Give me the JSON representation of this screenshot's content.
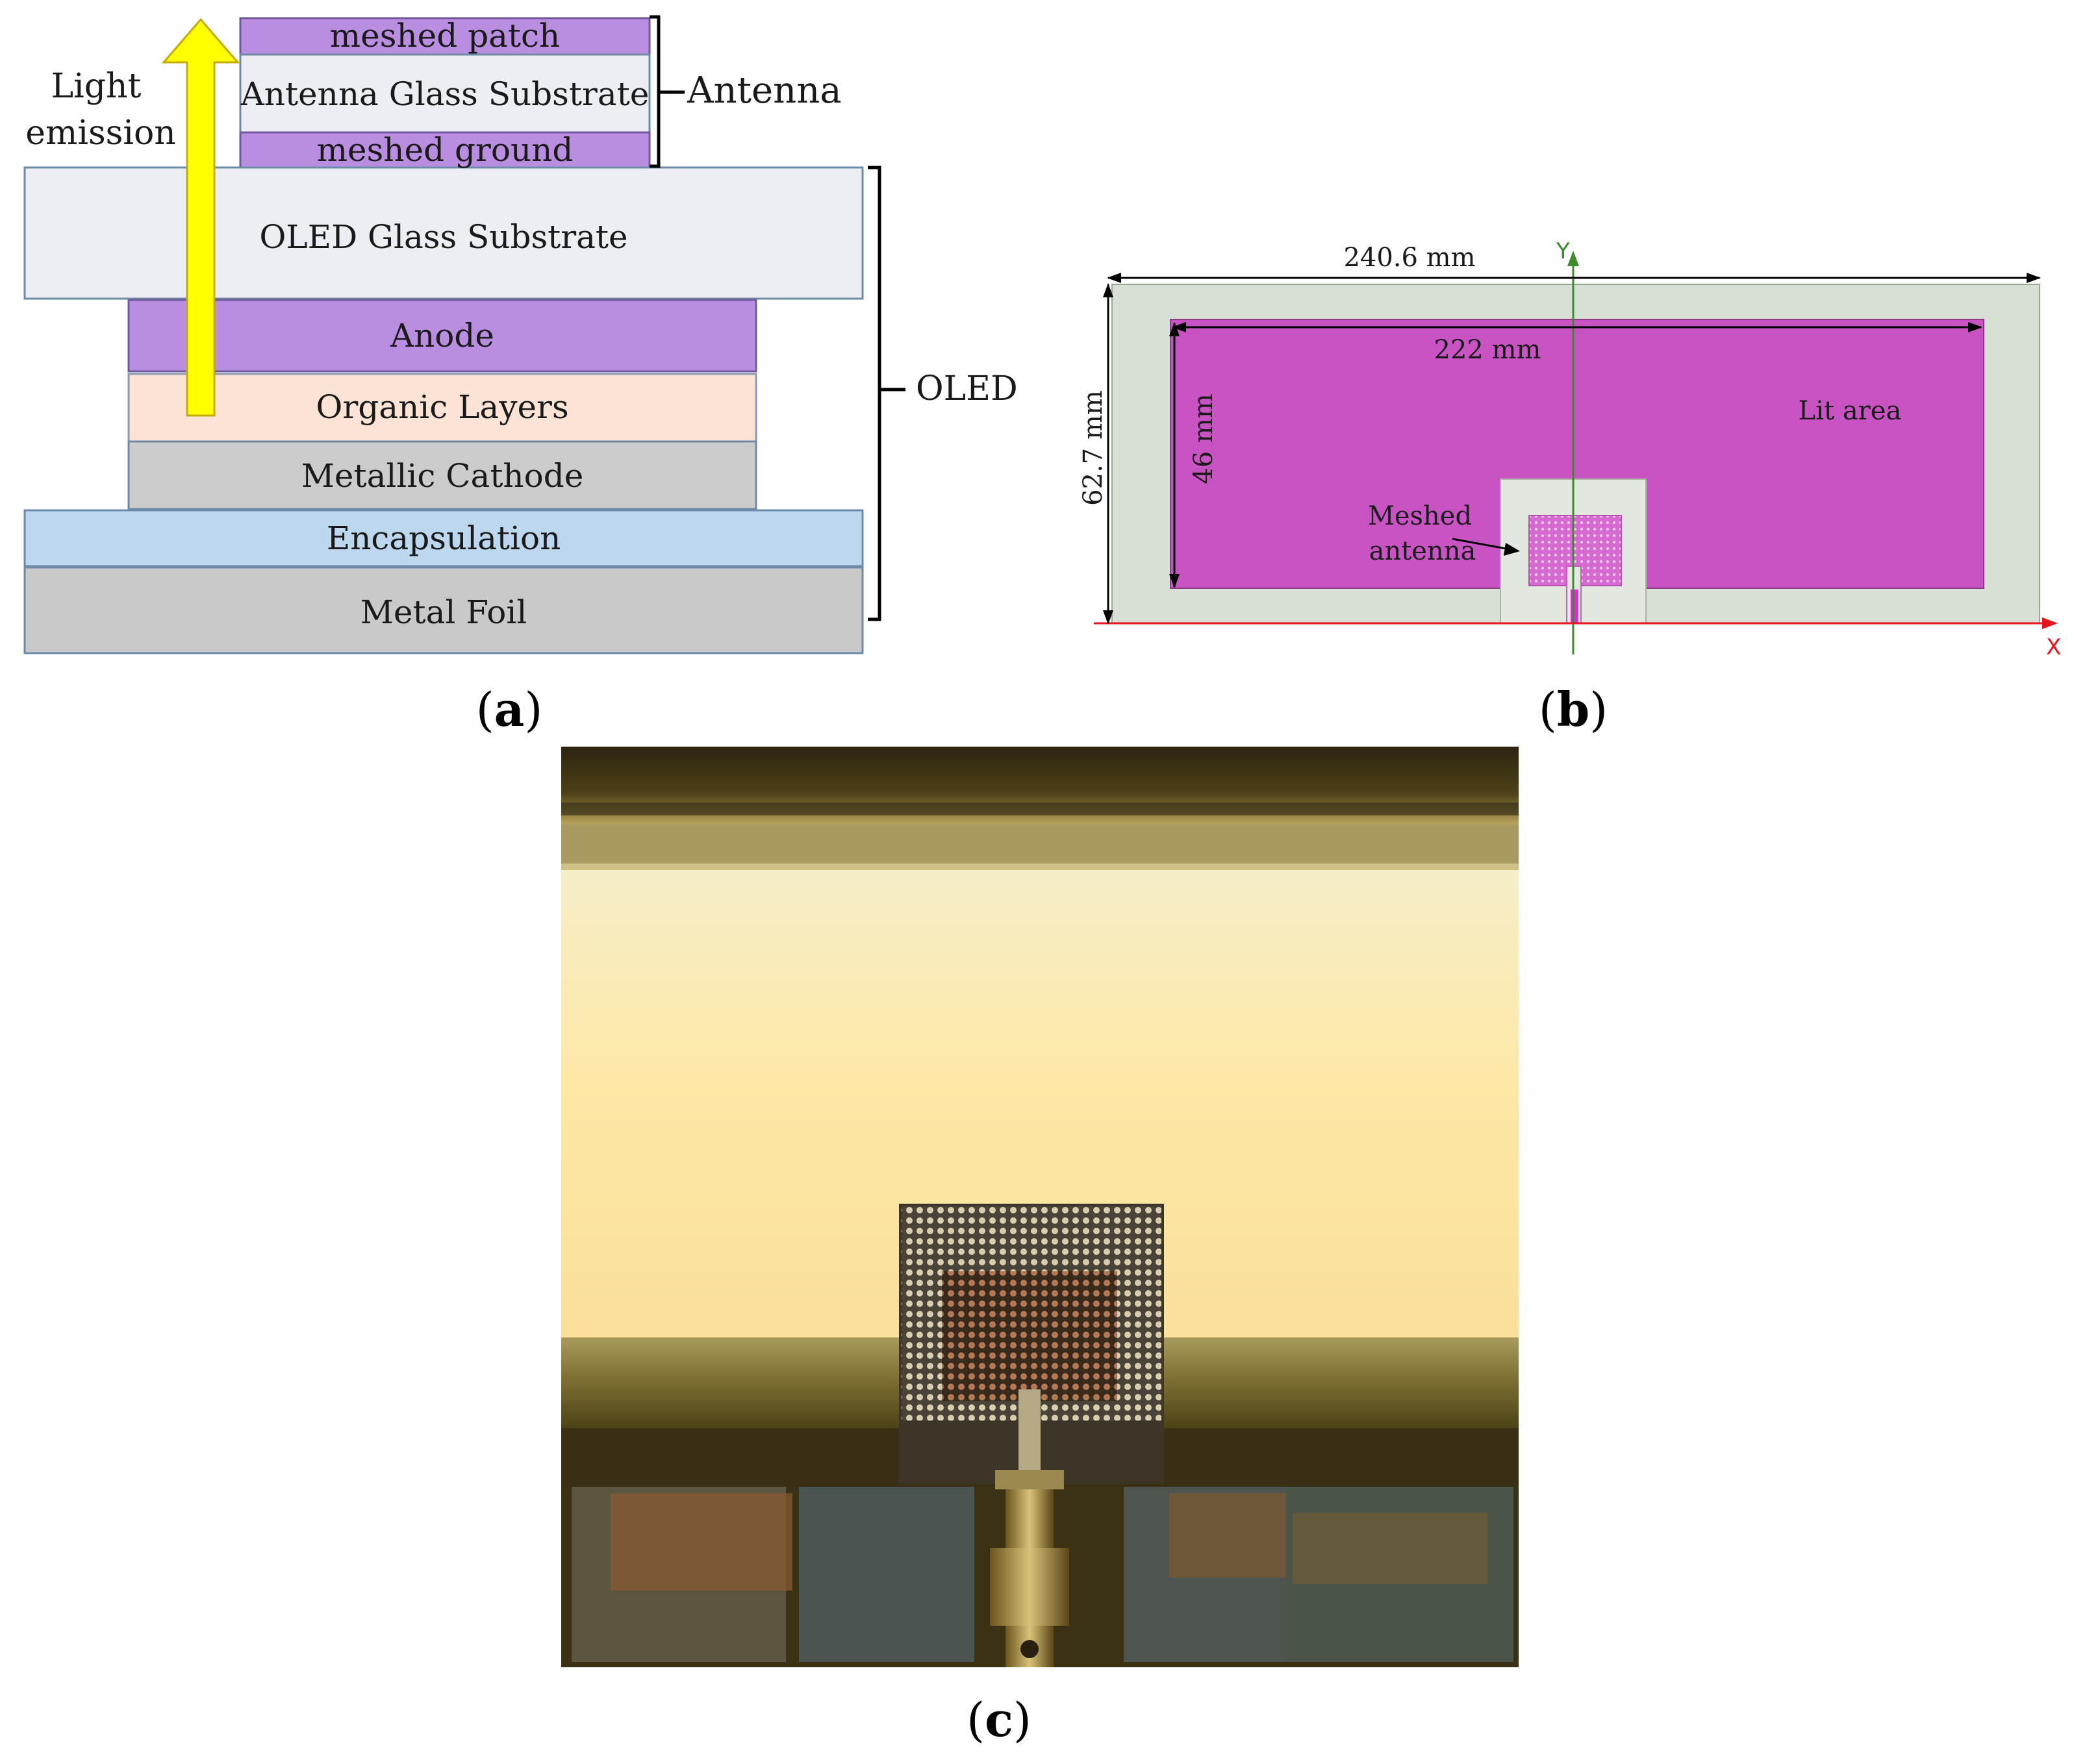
{
  "panel_a": {
    "antenna_layers": [
      "meshed patch",
      "Antenna Glass Substrate",
      "meshed ground"
    ],
    "antenna_label": "Antenna",
    "oled_layers": [
      "OLED Glass Substrate",
      "Anode",
      "Organic Layers",
      "Metallic Cathode",
      "Encapsulation",
      "Metal Foil"
    ],
    "oled_label": "OLED",
    "light_label_line1": "Light",
    "light_label_line2": "emission",
    "caption_open": "(",
    "caption_letter": "a",
    "caption_close": ")"
  },
  "panel_b": {
    "width_label": "240.6 mm",
    "height_label": "62.7 mm",
    "lit_width_label": "222 mm",
    "lit_height_label": "46 mm",
    "lit_area_label": "Lit area",
    "antenna_label_line1": "Meshed",
    "antenna_label_line2": "antenna",
    "y_axis": "Y",
    "x_axis": "X",
    "caption_open": "(",
    "caption_letter": "b",
    "caption_close": ")"
  },
  "panel_c": {
    "caption_open": "(",
    "caption_letter": "c",
    "caption_close": ")"
  },
  "colors": {
    "purple_layer": "#b98ee0",
    "glass": "#eceef3",
    "organic": "#fbe4d6",
    "cathode": "#cccccc",
    "encapsulation": "#bdd7ee",
    "foil": "#c9c9c9",
    "arrow_yellow": "#ffff00",
    "lit_magenta": "#c853c3",
    "board": "#d8e0d6",
    "axis_green": "#3c8a2e",
    "axis_red": "#e8141e"
  }
}
